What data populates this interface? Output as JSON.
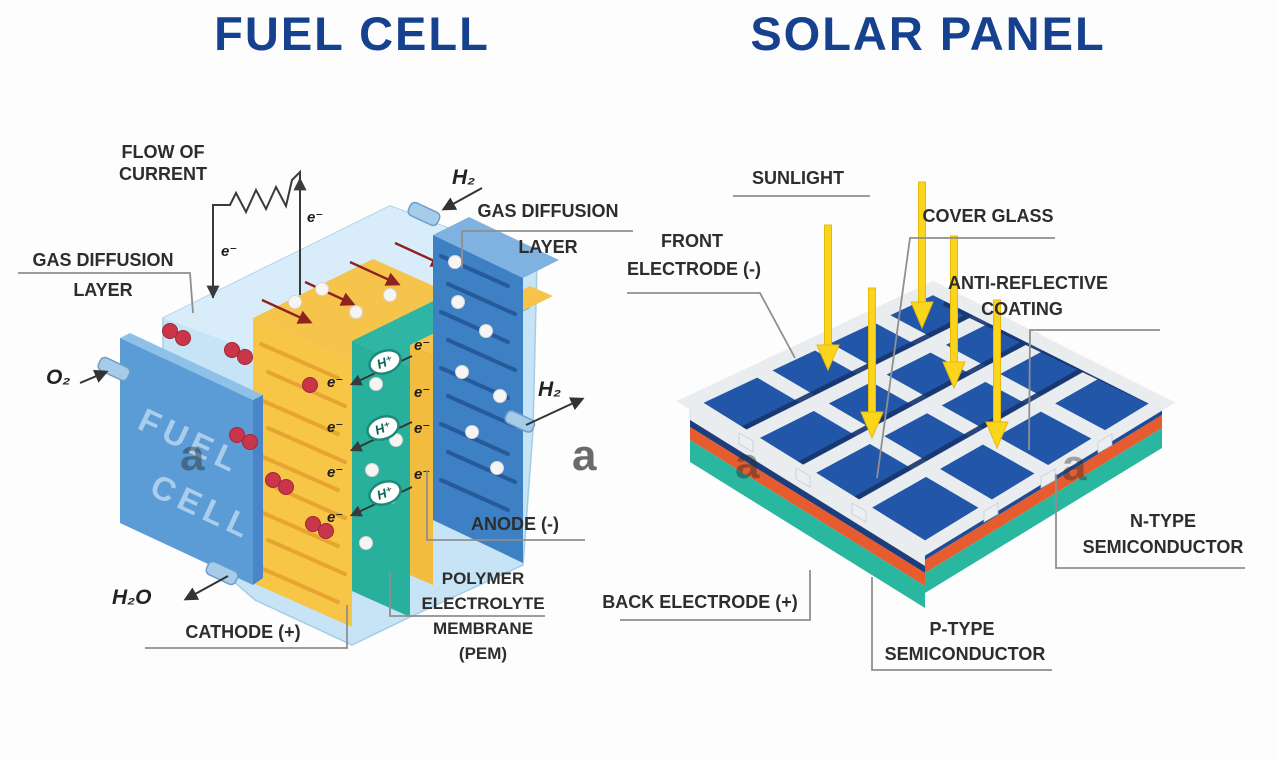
{
  "titles": {
    "left": "FUEL CELL",
    "right": "SOLAR PANEL"
  },
  "colors": {
    "title_blue": "#15418e",
    "label_dark": "#2d2d2d",
    "leader_gray": "#8f8f8f",
    "housing_light_blue": "#c6e4f5",
    "plate_blue": "#5b9bd6",
    "flow_plate_yellow": "#f7c647",
    "pem_teal": "#29b09c",
    "serpentine_blue": "#3e80c4",
    "oxygen_red": "#c9364a",
    "hydrogen_white": "#f6f5f3",
    "sun_yellow": "#fbd51c",
    "panel_face_blue": "#2256a8",
    "panel_grid_white": "#eceff1",
    "panel_navy": "#17356e",
    "panel_orange": "#e65c2e",
    "panel_teal": "#2ab7a0"
  },
  "fuel_cell": {
    "labels": {
      "flow_line1": "FLOW OF",
      "flow_line2": "CURRENT",
      "gdl_line1": "GAS DIFFUSION",
      "gdl_line2": "LAYER",
      "o2": "O₂",
      "h2": "H₂",
      "h2o": "H₂O",
      "anode": "ANODE (-)",
      "cathode": "CATHODE (+)",
      "pem_line1": "POLYMER",
      "pem_line2": "ELECTROLYTE",
      "pem_line3": "MEMBRANE",
      "pem_line4": "(PEM)",
      "plate_line1": "FUEL",
      "plate_line2": "CELL",
      "electron": "e⁻",
      "proton": "H⁺"
    }
  },
  "solar_panel": {
    "labels": {
      "sunlight": "SUNLIGHT",
      "cover_glass": "COVER GLASS",
      "front_line1": "FRONT",
      "front_line2": "ELECTRODE (-)",
      "arc_line1": "ANTI-REFLECTIVE",
      "arc_line2": "COATING",
      "n_type_line1": "N-TYPE",
      "p_type_line1": "P-TYPE",
      "semiconductor": "SEMICONDUCTOR",
      "back_electrode": "BACK ELECTRODE (+)"
    },
    "sun_ray_count": 5
  },
  "watermark": {
    "letter": "a"
  }
}
